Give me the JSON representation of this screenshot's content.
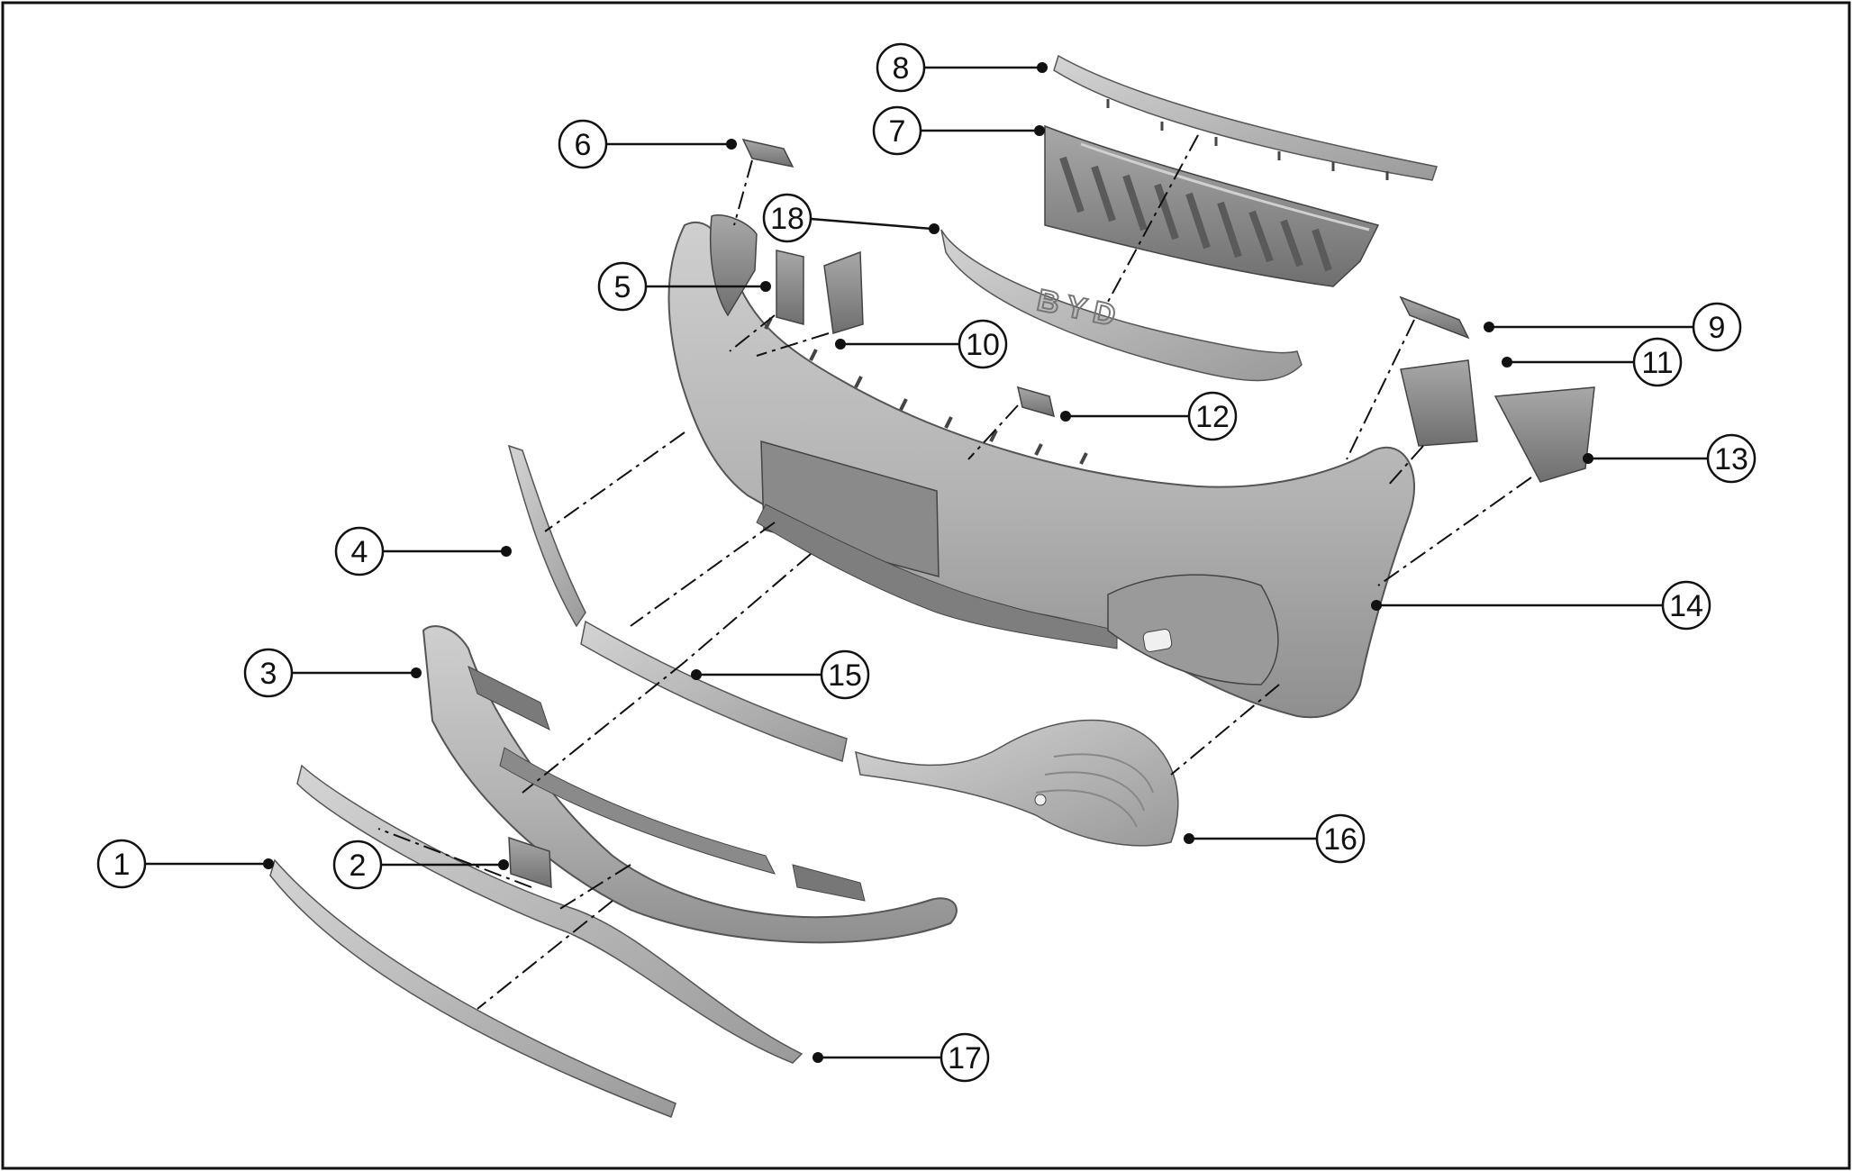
{
  "diagram": {
    "colors": {
      "part_fill": "#b9b9b9",
      "part_shadow": "#8c8c8c",
      "part_light": "#d6d6d6",
      "line": "#111111",
      "background": "#ffffff"
    },
    "callouts": [
      {
        "id": "c1",
        "label": "1"
      },
      {
        "id": "c2",
        "label": "2"
      },
      {
        "id": "c3",
        "label": "3"
      },
      {
        "id": "c4",
        "label": "4"
      },
      {
        "id": "c5",
        "label": "5"
      },
      {
        "id": "c6",
        "label": "6"
      },
      {
        "id": "c7",
        "label": "7"
      },
      {
        "id": "c8",
        "label": "8"
      },
      {
        "id": "c9",
        "label": "9"
      },
      {
        "id": "c10",
        "label": "10"
      },
      {
        "id": "c11",
        "label": "11"
      },
      {
        "id": "c12",
        "label": "12"
      },
      {
        "id": "c13",
        "label": "13"
      },
      {
        "id": "c14",
        "label": "14"
      },
      {
        "id": "c15",
        "label": "15"
      },
      {
        "id": "c16",
        "label": "16"
      },
      {
        "id": "c17",
        "label": "17"
      },
      {
        "id": "c18",
        "label": "18"
      }
    ],
    "grille_lettering": "BYD"
  }
}
